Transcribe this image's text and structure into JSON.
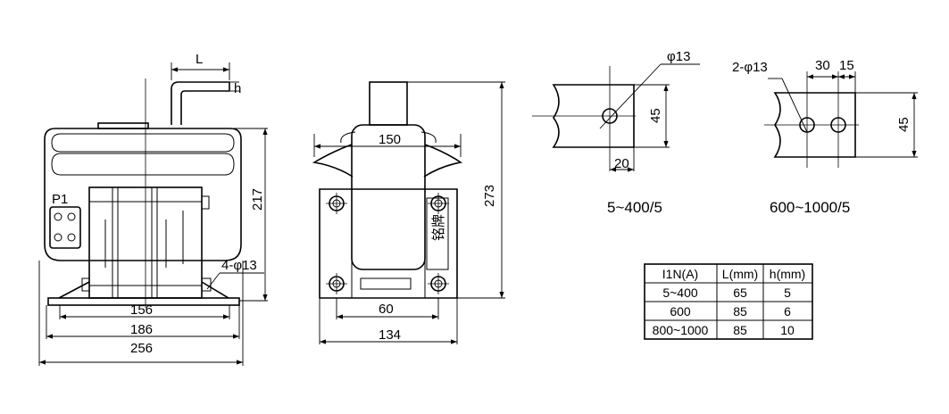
{
  "labels": {
    "L": "L",
    "h": "h",
    "P1": "P1",
    "hole_4": "4-φ13",
    "dim_156": "156",
    "dim_186": "186",
    "dim_256": "256",
    "dim_217": "217",
    "dim_150": "150",
    "dim_60": "60",
    "dim_134": "134",
    "dim_273": "273",
    "nameplate": "铭牌",
    "hole_1": "φ13",
    "d45_a": "45",
    "d20": "20",
    "hole_2": "2-φ13",
    "d30": "30",
    "d15": "15",
    "d45_b": "45",
    "range_small": "5~400/5",
    "range_large": "600~1000/5"
  },
  "table": {
    "headers": [
      "I1N(A)",
      "L(mm)",
      "h(mm)"
    ],
    "rows": [
      [
        "5~400",
        "65",
        "5"
      ],
      [
        "600",
        "85",
        "6"
      ],
      [
        "800~1000",
        "85",
        "10"
      ]
    ]
  }
}
